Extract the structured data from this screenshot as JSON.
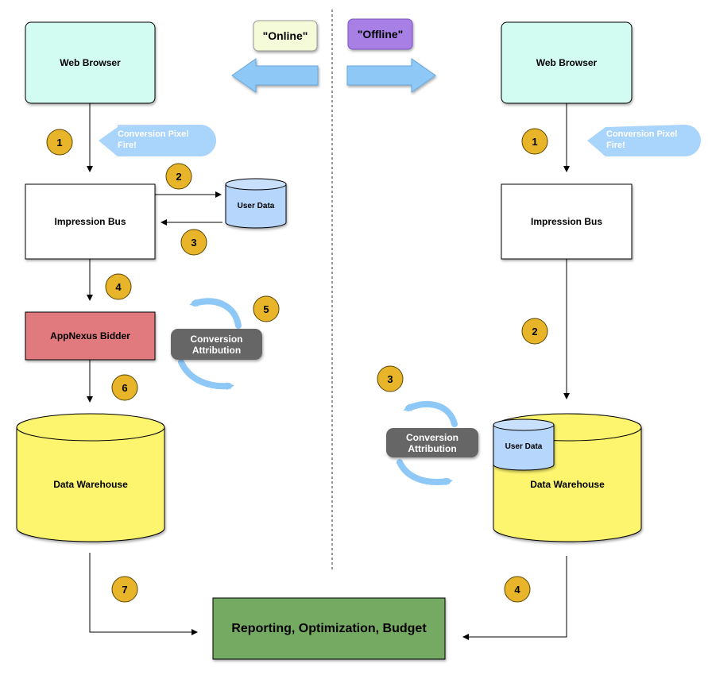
{
  "online_label": "\"Online\"",
  "offline_label": "\"Offline\"",
  "colors": {
    "browser_fill": "#d2fbf1",
    "bidder_fill": "#e07a7e",
    "warehouse_fill": "#fdf56e",
    "userdata_fill": "#b7d6fb",
    "reporting_fill": "#74aa62",
    "badge_fill": "#e8b52a",
    "arrow_blue": "#8ec8f7",
    "attribution_fill": "#666666",
    "offline_tag_fill": "#a77fe5",
    "online_tag_fill": "#f5fbd8"
  },
  "online": {
    "web_browser": "Web Browser",
    "pixel_fire": [
      "Conversion Pixel",
      "Fire!"
    ],
    "impression_bus": "Impression Bus",
    "user_data": "User Data",
    "bidder": "AppNexus Bidder",
    "attribution": [
      "Conversion",
      "Attribution"
    ],
    "data_warehouse": "Data Warehouse",
    "steps": [
      "1",
      "2",
      "3",
      "4",
      "5",
      "6",
      "7"
    ]
  },
  "offline": {
    "web_browser": "Web Browser",
    "pixel_fire": [
      "Conversion Pixel",
      "Fire!"
    ],
    "impression_bus": "Impression Bus",
    "user_data": "User Data",
    "attribution": [
      "Conversion",
      "Attribution"
    ],
    "data_warehouse": "Data Warehouse",
    "steps": [
      "1",
      "2",
      "3",
      "4"
    ]
  },
  "reporting": "Reporting, Optimization, Budget"
}
